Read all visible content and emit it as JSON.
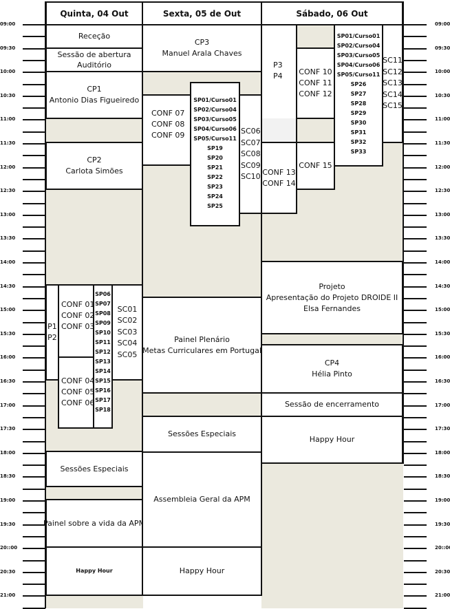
{
  "columns": {
    "thu": "Quinta, 04 Out",
    "fri": "Sexta, 05 de Out",
    "sat": "Sábado, 06 Out"
  },
  "times": [
    "09:00",
    "09:30",
    "10:00",
    "10:30",
    "11:00",
    "11:30",
    "12:00",
    "12:30",
    "13:00",
    "13:30",
    "14:00",
    "14:30",
    "15:00",
    "15:30",
    "16:00",
    "16:30",
    "17:00",
    "17:30",
    "18:00",
    "18:30",
    "19:00",
    "19:30",
    "20::00",
    "20:30",
    "21:00"
  ],
  "thu": {
    "rececao": "Receção",
    "abertura": [
      "Sessão de abertura",
      "Auditório"
    ],
    "cp1": [
      "CP1",
      "Antonio Dias Figueiredo"
    ],
    "cp2": [
      "CP2",
      "Carlota Simões"
    ],
    "p": [
      "P1",
      "P2"
    ],
    "conf_a": [
      "CONF 01",
      "CONF 02",
      "CONF 03"
    ],
    "conf_b": [
      "CONF 04",
      "CONF 05",
      "CONF 06"
    ],
    "sp": [
      "SP06",
      "SP07",
      "SP08",
      "SP09",
      "SP10",
      "SP11",
      "SP12",
      "SP13",
      "SP14",
      "SP15",
      "SP16",
      "SP17",
      "SP18"
    ],
    "sc": [
      "SC01",
      "SC02",
      "SC03",
      "SC04",
      "SC05"
    ],
    "especiais": "Sessões Especiais",
    "painel_apm": "Painel sobre a vida da APM",
    "happy": "Happy Hour"
  },
  "fri": {
    "cp3": [
      "CP3",
      "Manuel Arala Chaves"
    ],
    "conf": [
      "CONF 07",
      "CONF 08",
      "CONF 09"
    ],
    "sp": [
      "SP01/Curso01",
      "SP02/Curso04",
      "SP03/Curso05",
      "SP04/Curso06",
      "SP05/Curso11",
      "SP19",
      "SP20",
      "SP21",
      "SP22",
      "SP23",
      "SP24",
      "SP25"
    ],
    "sc": [
      "SC06",
      "SC07",
      "SC08",
      "SC09",
      "SC10"
    ],
    "plenario": [
      "Painel Plenário",
      "Metas Curriculares em Portugal"
    ],
    "especiais": "Sessões Especiais",
    "assembleia": "Assembleia Geral da APM",
    "happy": "Happy Hour"
  },
  "sat": {
    "p": [
      "P3",
      "P4"
    ],
    "conf_a": [
      "CONF 10",
      "CONF 11",
      "CONF 12"
    ],
    "sp": [
      "SP01/Curso01",
      "SP02/Curso04",
      "SP03/Curso05",
      "SP04/Curso06",
      "SP05/Curso11",
      "SP26",
      "SP27",
      "SP28",
      "SP29",
      "SP30",
      "SP31",
      "SP32",
      "SP33"
    ],
    "sc": [
      "SC11",
      "SC12",
      "SC13",
      "SC14",
      "SC15"
    ],
    "conf_b": [
      "CONF 13",
      "CONF 14"
    ],
    "conf15": "CONF 15",
    "projeto": [
      "Projeto",
      "Apresentação do Projeto DROIDE II",
      "Elsa Fernandes"
    ],
    "cp4": [
      "CP4",
      "Hélia Pinto"
    ],
    "encerramento": "Sessão de encerramento",
    "happy": "Happy Hour"
  }
}
